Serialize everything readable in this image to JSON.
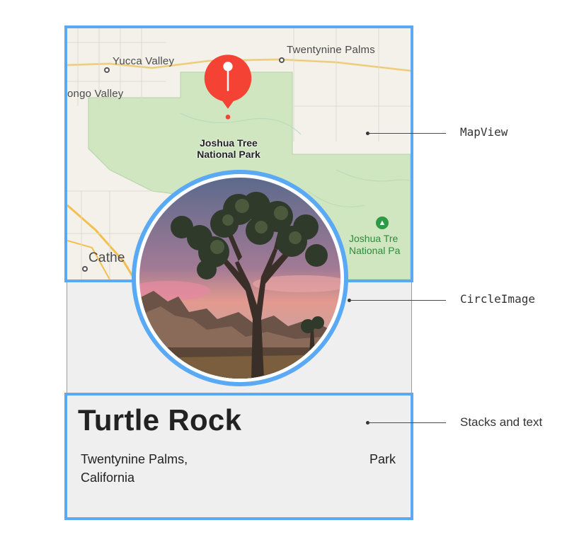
{
  "colors": {
    "highlight_border": "#5aa9f5",
    "pin_red": "#f44235",
    "park_green": "#cfe6c0",
    "device_gray": "#efeff0"
  },
  "map": {
    "places": [
      {
        "name": "Yucca Valley"
      },
      {
        "name": "Twentynine Palms"
      },
      {
        "name": "ongo Valley"
      },
      {
        "name": "Cathe"
      }
    ],
    "pin_icon": "map-pin-icon",
    "park_title_line1": "Joshua Tree",
    "park_title_line2": "National Park",
    "poi_icon": "tree-icon",
    "poi_line1": "Joshua Tre",
    "poi_line2": "National Pa"
  },
  "landmark": {
    "name": "Turtle Rock",
    "location": "Twentynine Palms, California",
    "type": "Park"
  },
  "callouts": [
    {
      "label": "MapView"
    },
    {
      "label": "CircleImage"
    },
    {
      "label": "Stacks and text"
    }
  ]
}
